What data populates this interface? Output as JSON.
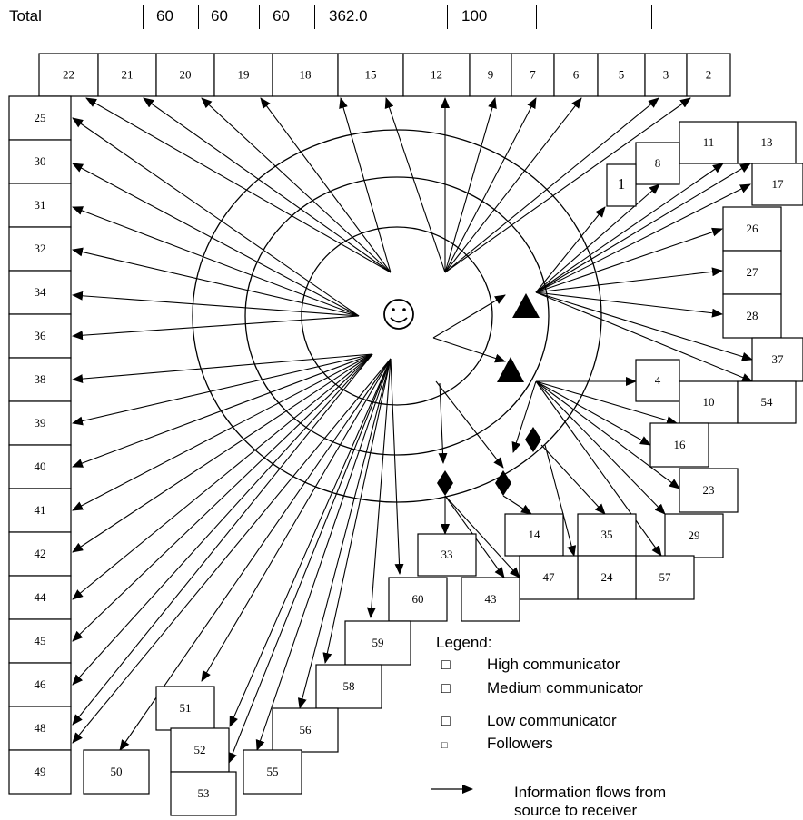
{
  "totals_row": {
    "label": "Total",
    "values": [
      "60",
      "60",
      "60",
      "362.0",
      "100",
      "",
      ""
    ]
  },
  "nodes": {
    "top": [
      "22",
      "21",
      "20",
      "19",
      "18",
      "15",
      "12",
      "9",
      "7",
      "6",
      "5",
      "3",
      "2"
    ],
    "left": [
      "25",
      "30",
      "31",
      "32",
      "34",
      "36",
      "38",
      "39",
      "40",
      "41",
      "42",
      "44",
      "45",
      "46",
      "48",
      "49"
    ],
    "right_cluster": [
      "11",
      "13",
      "8",
      "1",
      "17",
      "26",
      "27",
      "28",
      "37",
      "4",
      "10",
      "54",
      "16",
      "23",
      "29",
      "35",
      "14",
      "57",
      "24",
      "47",
      "33",
      "43",
      "60",
      "59",
      "58",
      "56",
      "51",
      "52",
      "55",
      "53",
      "50"
    ]
  },
  "legend": {
    "title": "Legend:",
    "items": [
      {
        "symbol": "□",
        "label": "High communicator"
      },
      {
        "symbol": "□",
        "label": "Medium communicator"
      },
      {
        "symbol": "□",
        "label": "Low communicator"
      },
      {
        "symbol": "□",
        "label": "Followers"
      }
    ],
    "flow_label_line1": "Information flows from",
    "flow_label_line2": "source to receiver"
  },
  "center_icon": "smiley-icon",
  "colors": {
    "line": "#000000",
    "background": "#ffffff"
  }
}
